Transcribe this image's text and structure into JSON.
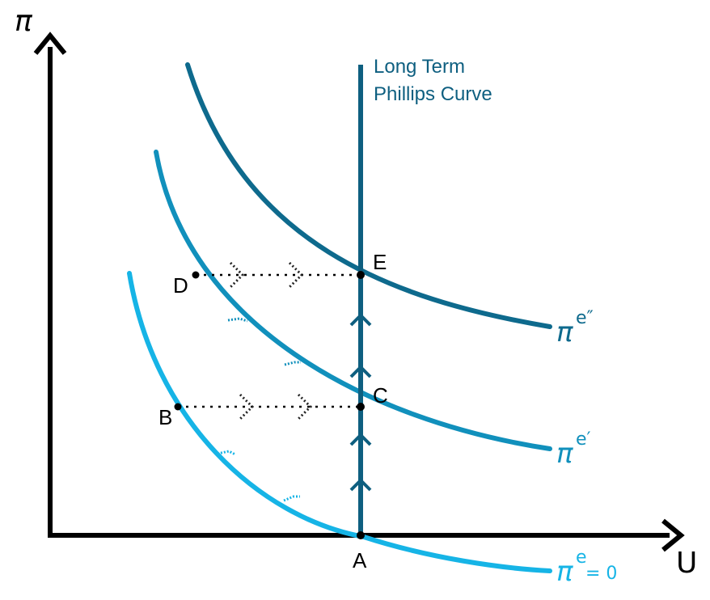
{
  "axes": {
    "y_label": "π",
    "x_label": "U"
  },
  "long_run_curve": {
    "line1": "Long Term",
    "line2": "Phillips Curve",
    "color": "#0e5f80"
  },
  "curves": [
    {
      "id": "pie2",
      "base": "π",
      "sup": "e″",
      "color": "#0e6a8d"
    },
    {
      "id": "pie1",
      "base": "π",
      "sup": "e′",
      "color": "#1190bc"
    },
    {
      "id": "pie0",
      "base": "π",
      "sup": "e",
      "suffix": "= 0",
      "color": "#16b4e6"
    }
  ],
  "points": {
    "A": "A",
    "B": "B",
    "C": "C",
    "D": "D",
    "E": "E"
  }
}
